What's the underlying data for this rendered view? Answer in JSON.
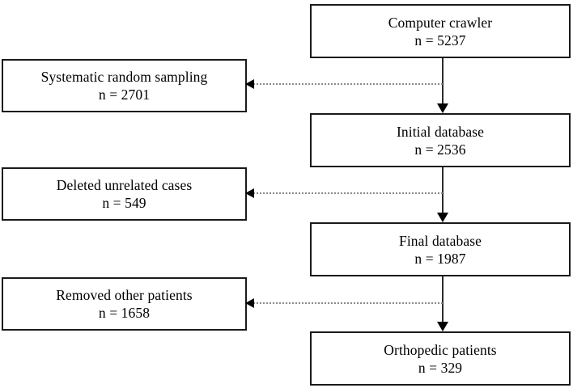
{
  "diagram": {
    "type": "flowchart",
    "orientation": "vertical-with-side-exclusions",
    "main_nodes": [
      {
        "id": "computer-crawler",
        "label": "Computer crawler",
        "count_label": "n = 5237"
      },
      {
        "id": "initial-database",
        "label": "Initial database",
        "count_label": "n = 2536"
      },
      {
        "id": "final-database",
        "label": "Final database",
        "count_label": "n = 1987"
      },
      {
        "id": "orthopedic-patients",
        "label": "Orthopedic patients",
        "count_label": "n = 329"
      }
    ],
    "side_nodes": [
      {
        "id": "systematic-sampling",
        "label": "Systematic random sampling",
        "count_label": "n = 2701"
      },
      {
        "id": "deleted-cases",
        "label": "Deleted unrelated cases",
        "count_label": "n = 549"
      },
      {
        "id": "removed-patients",
        "label": "Removed other patients",
        "count_label": "n = 1658"
      }
    ],
    "connectors": {
      "vertical_style": "solid-arrow-down",
      "horizontal_style": "dotted-arrow-left"
    },
    "colors": {
      "background": "#ffffff",
      "node_border": "#1a1a1a",
      "text": "#000000",
      "solid_connector": "#2b2b2b",
      "dotted_connector": "#8a8a8a",
      "arrowhead": "#000000"
    }
  }
}
